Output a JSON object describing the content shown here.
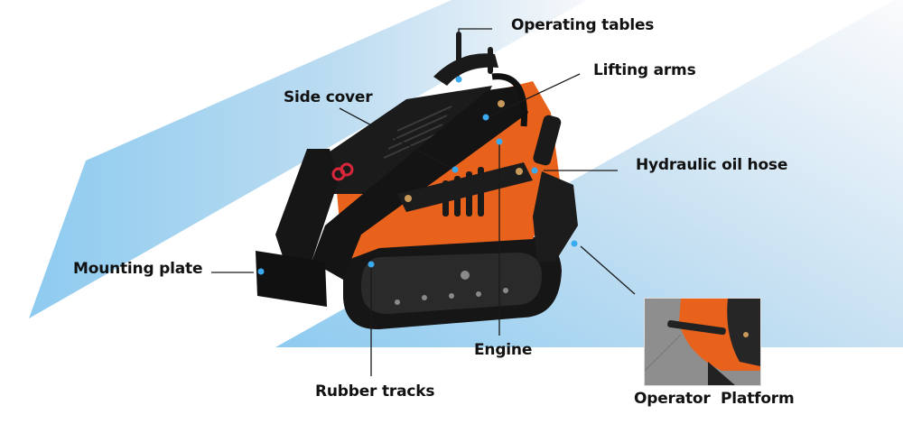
{
  "colors": {
    "band_blue": "#8ecbf0",
    "band_light": "#f4f6f8",
    "orange": "#e8621c",
    "black": "#1a1a1a",
    "dot": "#3aa9f0"
  },
  "labels": {
    "operating_tables": "Operating tables",
    "lifting_arms": "Lifting arms",
    "side_cover": "Side cover",
    "hydraulic_oil_hose": "Hydraulic oil hose",
    "mounting_plate": "Mounting plate",
    "engine": "Engine",
    "rubber_tracks": "Rubber tracks",
    "operator_platform": "Operator  Platform"
  }
}
